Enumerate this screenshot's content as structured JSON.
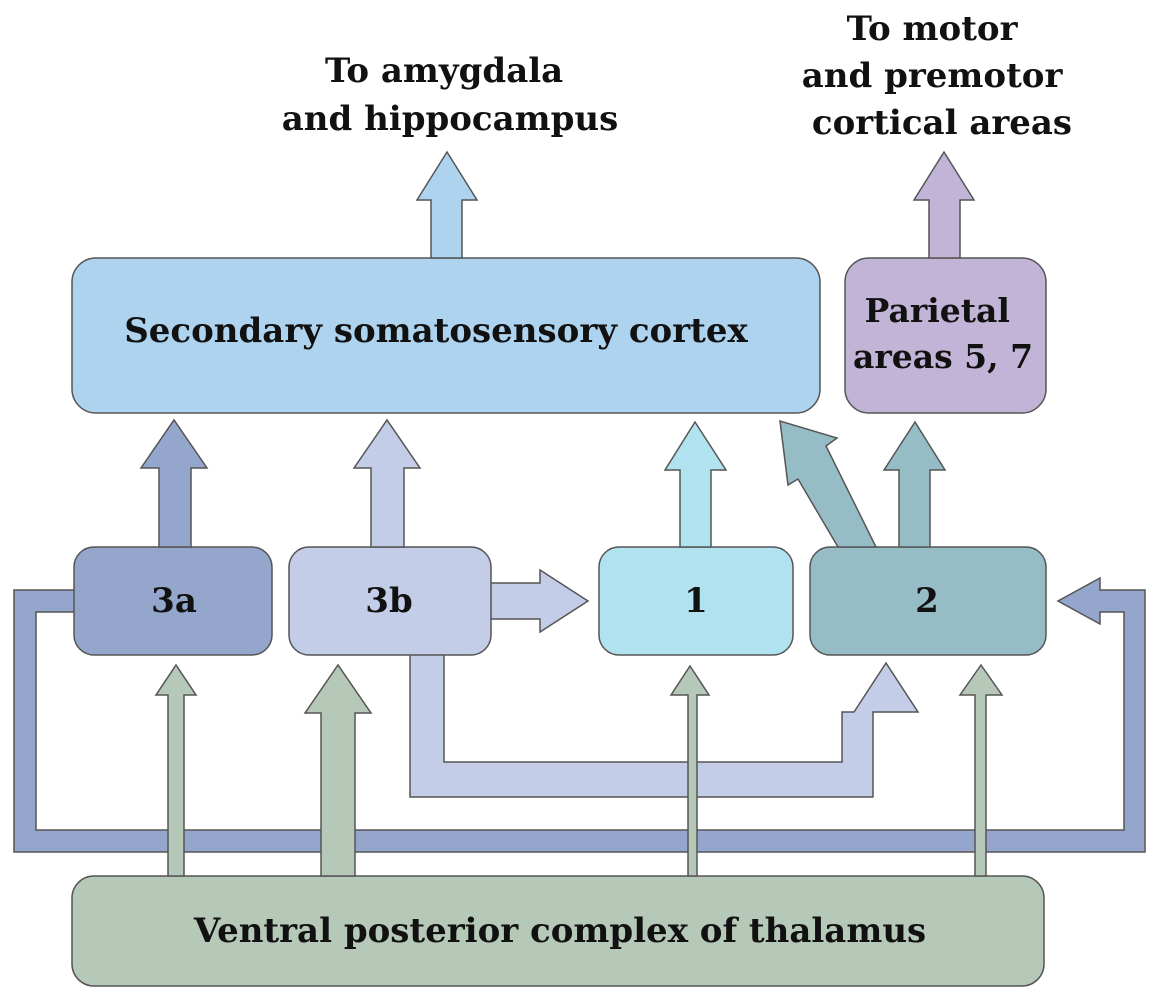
{
  "colors": {
    "s2": "#add3ee",
    "parietal": "#c2b4d7",
    "a3a": "#94a6cb",
    "a3b": "#c4cde8",
    "a1": "#b1e2f0",
    "a2": "#96bdc6",
    "thalamus": "#b6c8b8"
  },
  "labels": {
    "to_amygdala": [
      "To amygdala",
      "and hippocampus"
    ],
    "to_motor": [
      "To motor",
      "and premotor",
      "cortical areas"
    ],
    "secondary": "Secondary somatosensory cortex",
    "parietal": [
      "Parietal",
      "areas 5, 7"
    ],
    "area_3a": "3a",
    "area_3b": "3b",
    "area_1": "1",
    "area_2": "2",
    "thalamus": "Ventral posterior complex of thalamus"
  }
}
